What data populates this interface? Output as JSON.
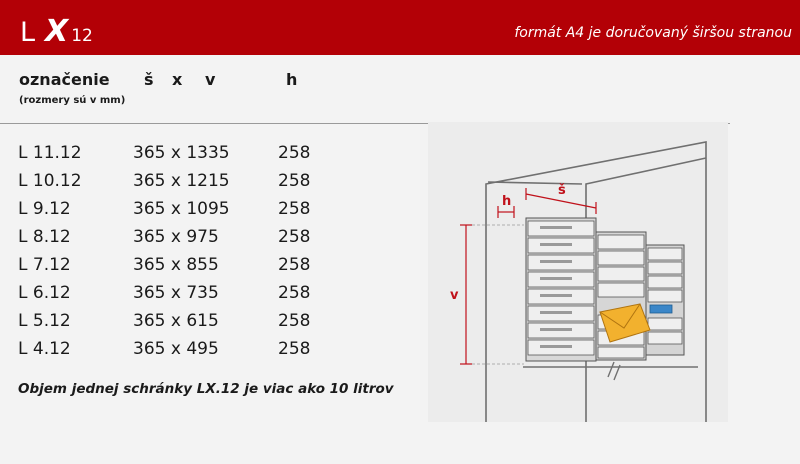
{
  "header": {
    "brand_prefix": "L",
    "brand_x": "X",
    "brand_number": "12",
    "tagline": "formát A4 je doručovaný širšou stranou"
  },
  "table": {
    "header_label": "označenie",
    "header_unit_note": "(rozmery sú v mm)",
    "col_s": "š",
    "col_x": "x",
    "col_v": "v",
    "col_h": "h",
    "rows": [
      {
        "code": "L 11.12",
        "size": "365 x 1335",
        "h": "258"
      },
      {
        "code": "L 10.12",
        "size": "365 x 1215",
        "h": "258"
      },
      {
        "code": "L 9.12",
        "size": "365 x 1095",
        "h": "258"
      },
      {
        "code": "L 8.12",
        "size": "365 x 975",
        "h": "258"
      },
      {
        "code": "L 7.12",
        "size": "365 x 855",
        "h": "258"
      },
      {
        "code": "L 6.12",
        "size": "365 x 735",
        "h": "258"
      },
      {
        "code": "L 5.12",
        "size": "365 x 615",
        "h": "258"
      },
      {
        "code": "L 4.12",
        "size": "365 x 495",
        "h": "258"
      }
    ]
  },
  "note": "Objem jednej schránky LX.12 je viac ako 10 litrov",
  "illustration": {
    "label_h": "h",
    "label_s": "š",
    "label_v": "v"
  },
  "colors": {
    "header_bg": "#b30006",
    "dimension_red": "#c0111a",
    "envelope": "#f2b12e",
    "nameplate_blue": "#3a86c8"
  }
}
